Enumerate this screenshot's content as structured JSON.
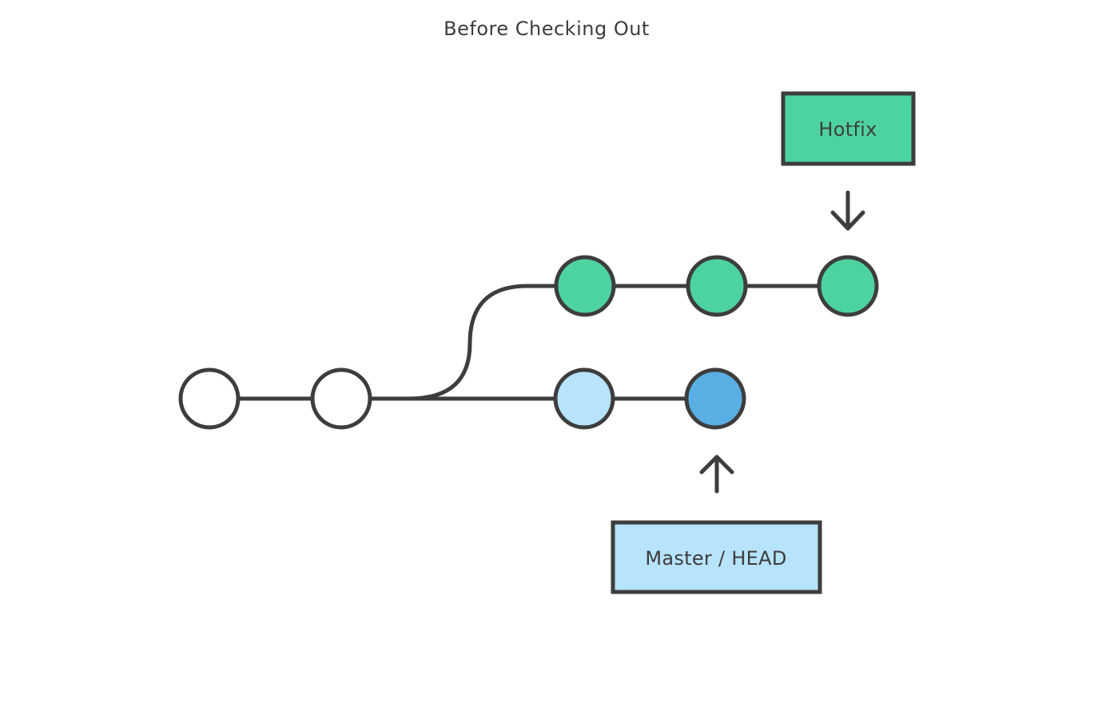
{
  "title": "Before Checking Out",
  "colors": {
    "outline": "#3d3d3d",
    "base_commit": "#ffffff",
    "hotfix_commit": "#4dd3a0",
    "master_commit": "#b7e3fc",
    "head_commit": "#59aee3",
    "hotfix_label_fill": "#4dd3a0",
    "master_label_fill": "#b7e3fc"
  },
  "labels": {
    "hotfix": "Hotfix",
    "master_head": "Master / HEAD"
  },
  "branches": {
    "base": {
      "commits": 2
    },
    "master": {
      "commits": 2,
      "head_on_last": true
    },
    "hotfix": {
      "commits": 3
    }
  }
}
